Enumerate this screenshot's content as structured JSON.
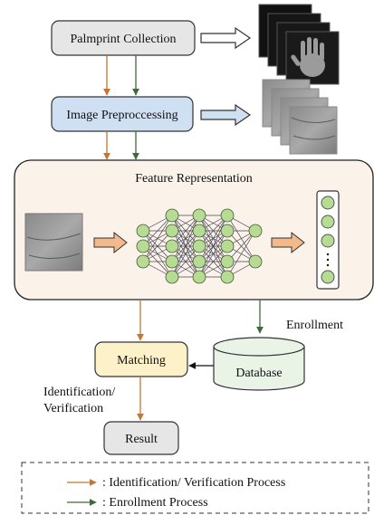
{
  "nodes": {
    "palmprint_collection": "Palmprint Collection",
    "image_preprocessing": "Image Preproccessing",
    "feature_representation": "Feature Representation",
    "matching": "Matching",
    "database": "Database",
    "result": "Result"
  },
  "edge_labels": {
    "enrollment": "Enrollment",
    "identification_line1": "Identification/",
    "identification_line2": "Verification"
  },
  "legend": {
    "identification": ": Identification/ Verification Process",
    "enrollment": ": Enrollment Process"
  },
  "colors": {
    "identification_arrow": "#c8732f",
    "enrollment_arrow": "#3f6b3a",
    "palmprint_fill": "#e6e6e6",
    "preprocessing_fill": "#cfe0f3",
    "feature_panel_fill": "#fbf2ea",
    "matching_fill": "#fdf1c9",
    "database_fill": "#e9f3e6",
    "result_fill": "#e6e6e6",
    "node_circle_fill": "#b5dc92"
  }
}
